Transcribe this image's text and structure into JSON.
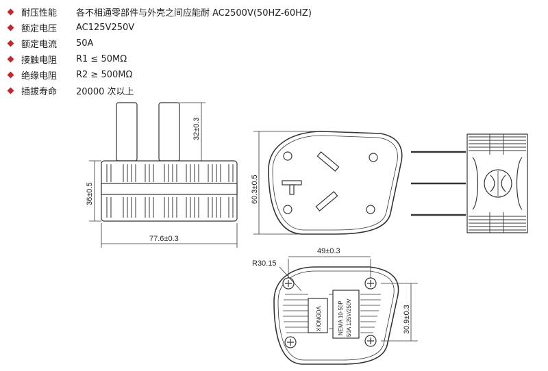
{
  "specs": [
    {
      "label": "耐压性能",
      "value": "各不相通零部件与外壳之间应能耐 AC2500V(50HZ-60HZ)"
    },
    {
      "label": "额定电压",
      "value": "AC125V250V"
    },
    {
      "label": "额定电流",
      "value": "50A"
    },
    {
      "label": "接触电阻",
      "value": "R1 ≤ 50MΩ"
    },
    {
      "label": "绝缘电阻",
      "value": "R2 ≥ 500MΩ"
    },
    {
      "label": "插拔寿命",
      "value": "20000 次以上"
    }
  ],
  "dimensions": {
    "pin_height": "32±0.3",
    "body_height": "36±0.5",
    "body_width": "77.6±0.3",
    "face_height": "60.3±0.5",
    "radius": "R30.15",
    "back_width": "49±0.3",
    "back_height": "30.9±0.3"
  },
  "label_text": {
    "brand": "XIONGDA",
    "line1": "NEMA 10-50P",
    "line2": "50A 125V/250V"
  },
  "colors": {
    "bullet": "#c0282d",
    "line": "#333333"
  }
}
